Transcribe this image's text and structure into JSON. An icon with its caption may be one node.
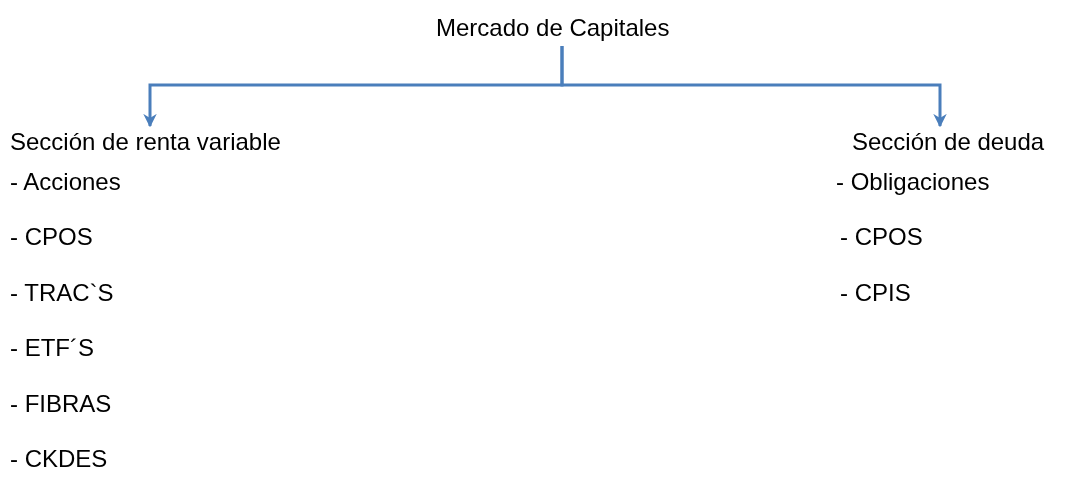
{
  "diagram": {
    "nodes": [
      {
        "text": [
          "Mercado de Capitales"
        ]
      },
      {
        "text": [
          "Sección de renta variable"
        ]
      },
      {
        "text": [
          "Sección de deuda"
        ]
      }
    ],
    "edges": [
      {
        "from": 0,
        "to": 1,
        "arrow": "to"
      },
      {
        "from": 0,
        "to": 2,
        "arrow": "to"
      }
    ],
    "labels": [
      "- Acciones",
      "- Obligaciones",
      "- CPOS",
      "- CPOS",
      "- TRAC`S",
      "- CPIS",
      "- ETF´S",
      "- FIBRAS",
      "- CKDES"
    ]
  }
}
